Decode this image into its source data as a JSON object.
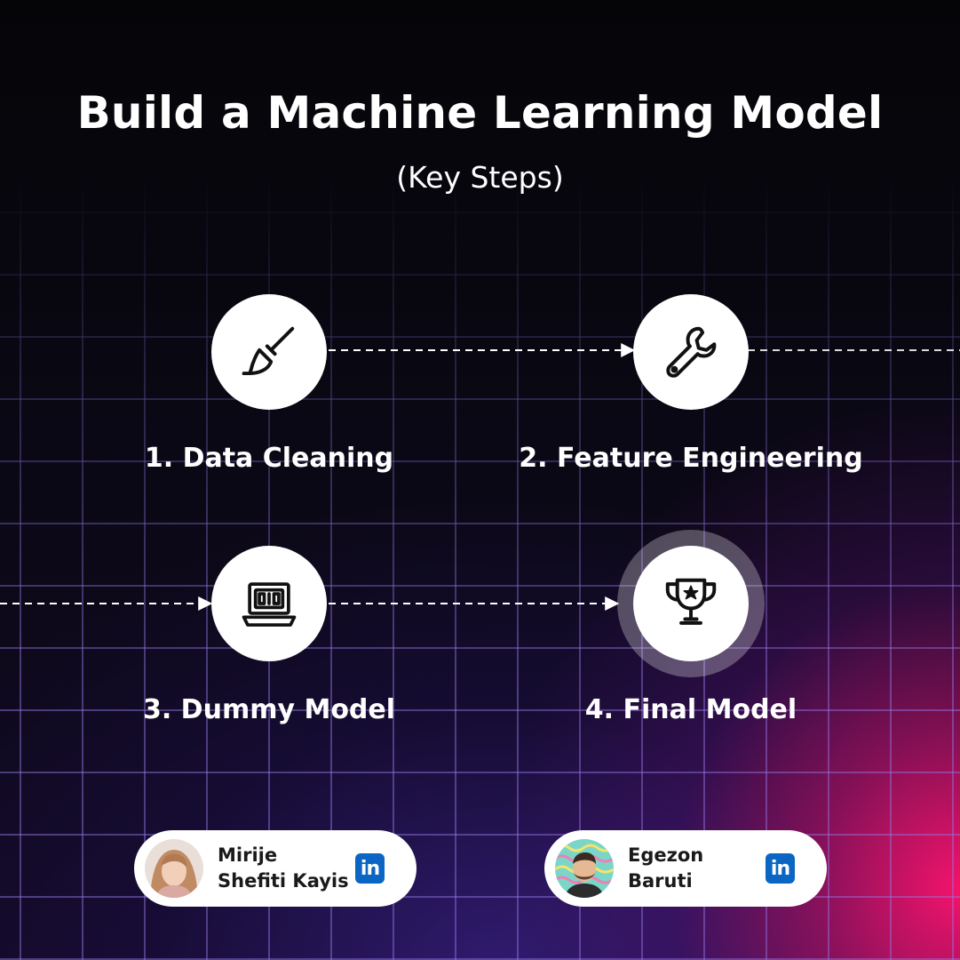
{
  "title": "Build a Machine Learning Model",
  "subtitle": "(Key Steps)",
  "steps": [
    {
      "label": "1.  Data Cleaning",
      "icon": "broom-icon"
    },
    {
      "label": "2. Feature Engineering",
      "icon": "wrench-icon"
    },
    {
      "label": "3. Dummy Model",
      "icon": "laptop-code-icon"
    },
    {
      "label": "4. Final Model",
      "icon": "trophy-icon"
    }
  ],
  "authors": [
    {
      "name_line1": "Mirije",
      "name_line2": "Shefiti Kayis",
      "social": "in"
    },
    {
      "name_line1": "Egezon",
      "name_line2": "Baruti",
      "social": "in"
    }
  ],
  "colors": {
    "accent_pink": "#ff1f6e",
    "accent_purple": "#5a3ad0",
    "node_bg": "#ffffff",
    "linkedin_blue": "#0a66c2"
  }
}
